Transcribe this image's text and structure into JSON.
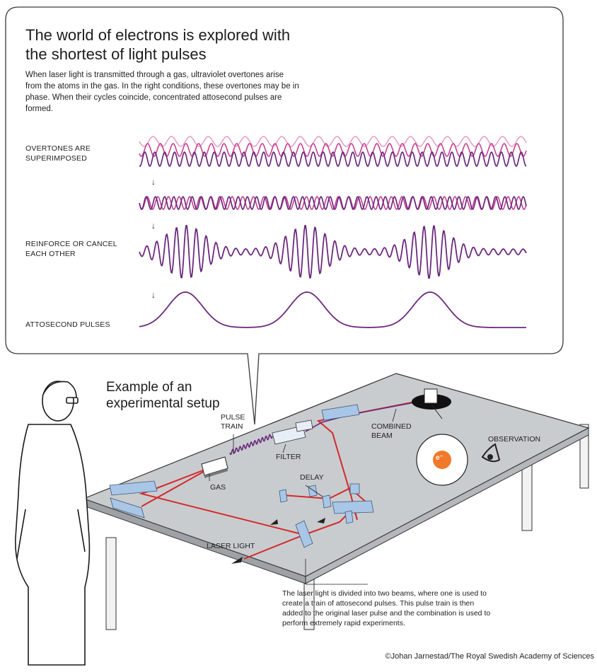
{
  "title": "The world of electrons is explored with the shortest of light pulses",
  "intro": "When laser light is transmitted through a gas, ultraviolet overtones arise from the atoms in the gas. In the right conditions, these overtones may be in phase. When their cycles coincide, concentrated attosecond pulses are formed.",
  "steps": {
    "overtones": "OVERTONES ARE SUPERIMPOSED",
    "reinforce": "REINFORCE OR CANCEL EACH OTHER",
    "pulses": "ATTOSECOND PULSES"
  },
  "setup": {
    "heading": "Example of an experimental setup",
    "pulse_train": "PULSE TRAIN",
    "filter": "FILTER",
    "combined_beam": "COMBINED BEAM",
    "observation": "OBSERVATION",
    "gas": "GAS",
    "delay": "DELAY",
    "laser_light": "LASER LIGHT",
    "electron": "e⁻"
  },
  "caption": "The laser light is divided into two beams, where one is used to create a train of attosecond pulses. This pulse train is then added to the original laser pulse and the combination is used to perform extremely rapid experiments.",
  "credit": "©Johan Jarnestad/The Royal Swedish Academy of Sciences",
  "colors": {
    "wave_light": "#e59cc7",
    "wave_mid": "#c8418e",
    "wave_dark": "#6b2a7e",
    "laser": "#d42a2a",
    "table": "#c9cccf",
    "optics": "#a9c6e6"
  }
}
